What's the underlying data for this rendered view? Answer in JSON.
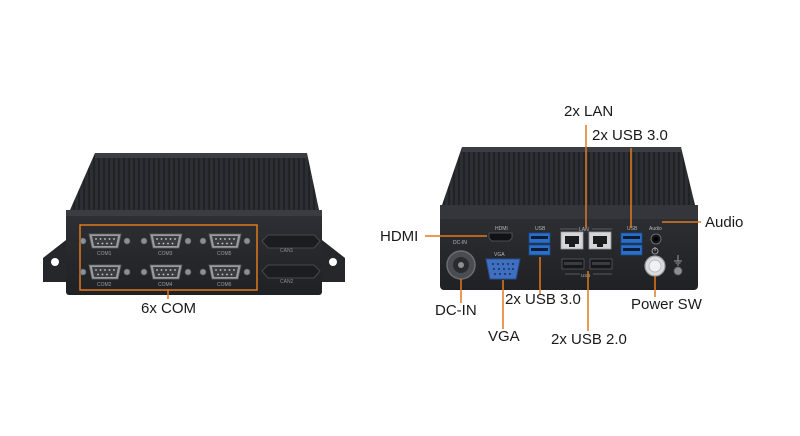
{
  "left_unit": {
    "com_ports": [
      "COM1",
      "COM3",
      "COM5",
      "COM2",
      "COM4",
      "COM6"
    ],
    "can_ports": [
      "CAN1",
      "CAN2"
    ],
    "callout": "6x COM"
  },
  "right_unit": {
    "panel_labels": {
      "dc_in": "DC-IN",
      "hdmi": "HDMI",
      "usb_top": "USB",
      "lan": "LAN",
      "usb_right": "USB",
      "audio": "Audio",
      "vga": "VGA",
      "usb_bottom": "USB"
    },
    "callouts": {
      "lan": "2x LAN",
      "usb30_top": "2x USB 3.0",
      "audio": "Audio",
      "hdmi": "HDMI",
      "dc_in": "DC-IN",
      "usb30_bottom": "2x USB 3.0",
      "vga": "VGA",
      "usb20": "2x USB 2.0",
      "power_sw": "Power SW"
    }
  },
  "colors": {
    "callout_line": "#e07a1f",
    "chassis": "#2b2d31",
    "usb3_blue": "#2a6fc9",
    "vga_blue": "#3f6fc1"
  }
}
